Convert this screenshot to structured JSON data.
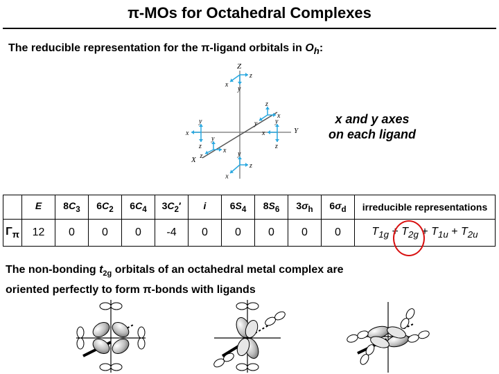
{
  "title": "π-MOs for Octahedral Complexes",
  "subtitle": {
    "prefix": "The reducible representation for the π-ligand orbitals in ",
    "group": "O",
    "group_sub": "h",
    "suffix": ":"
  },
  "axes_note": {
    "line1": "x and y axes",
    "line2": "on each ligand"
  },
  "axis_labels": {
    "Z": "Z",
    "X": "X",
    "Y": "Y",
    "x": "x",
    "y": "y",
    "z": "z"
  },
  "table": {
    "classes": [
      {
        "coef": "",
        "op": "E",
        "sub": "",
        "prime": ""
      },
      {
        "coef": "8",
        "op": "C",
        "sub": "3",
        "prime": ""
      },
      {
        "coef": "6",
        "op": "C",
        "sub": "2",
        "prime": ""
      },
      {
        "coef": "6",
        "op": "C",
        "sub": "4",
        "prime": ""
      },
      {
        "coef": "3",
        "op": "C",
        "sub": "2",
        "prime": "′"
      },
      {
        "coef": "",
        "op": "i",
        "sub": "",
        "prime": ""
      },
      {
        "coef": "6",
        "op": "S",
        "sub": "4",
        "prime": ""
      },
      {
        "coef": "8",
        "op": "S",
        "sub": "6",
        "prime": ""
      },
      {
        "coef": "3",
        "op": "σ",
        "sub": "h",
        "prime": ""
      },
      {
        "coef": "6",
        "op": "σ",
        "sub": "d",
        "prime": ""
      }
    ],
    "irreducible_header": "irreducible representations",
    "row_label": "Γ",
    "row_label_sub": "π",
    "characters": [
      "12",
      "0",
      "0",
      "0",
      "-4",
      "0",
      "0",
      "0",
      "0",
      "0"
    ],
    "irreducible_sum": [
      {
        "sym": "T",
        "sub": "1g",
        "sep": "+"
      },
      {
        "sym": "T",
        "sub": "2g",
        "sep": "+"
      },
      {
        "sym": "T",
        "sub": "1u",
        "sep": "+"
      },
      {
        "sym": "T",
        "sub": "2u",
        "sep": ""
      }
    ]
  },
  "note": {
    "part1": "The non-bonding ",
    "t": "t",
    "t_sub": "2g",
    "part2": " orbitals of an octahedral metal complex are",
    "line2": "oriented perfectly to form π-bonds with ligands"
  },
  "colors": {
    "axis": "#888888",
    "arrow": "#29a8e0",
    "highlight": "#d81010",
    "lobe": "#bdbdbd",
    "lobe_shadow": "#2b2b2b"
  }
}
